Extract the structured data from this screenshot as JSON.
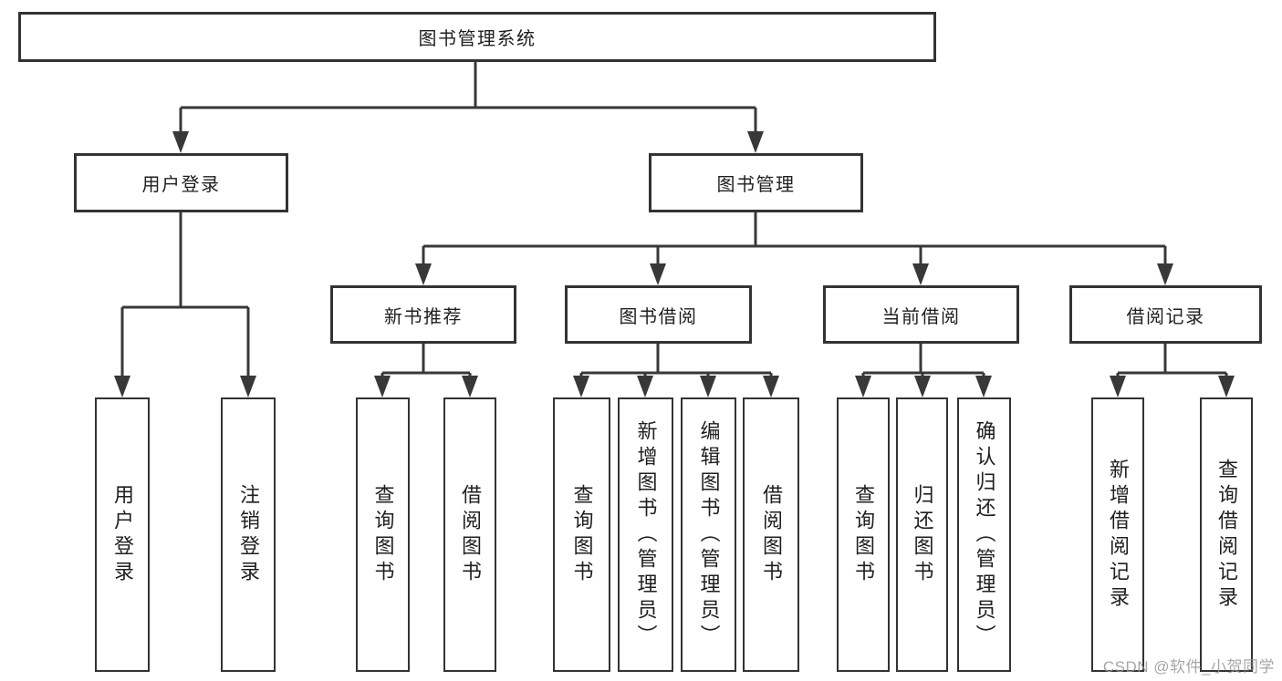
{
  "diagram": {
    "root": {
      "label": "图书管理系统"
    },
    "level2": {
      "user_login": {
        "label": "用户登录"
      },
      "book_mgmt": {
        "label": "图书管理"
      }
    },
    "level3": {
      "new_book_rec": {
        "label": "新书推荐"
      },
      "book_borrow": {
        "label": "图书借阅"
      },
      "current_borrow": {
        "label": "当前借阅"
      },
      "borrow_records": {
        "label": "借阅记录"
      }
    },
    "leaves": {
      "login": "用户登录",
      "logout": "注销登录",
      "rec_query": "查询图书",
      "rec_borrow": "借阅图书",
      "bb_query": "查询图书",
      "bb_add": "新增图书（管理员）",
      "bb_edit": "编辑图书（管理员）",
      "bb_borrow": "借阅图书",
      "cb_query": "查询图书",
      "cb_return": "归还图书",
      "cb_confirm": "确认归还（管理员）",
      "br_add": "新增借阅记录",
      "br_query": "查询借阅记录"
    }
  },
  "watermark": {
    "text": "CSDN @软件_小贺同学"
  },
  "colors": {
    "line": "#383838",
    "border": "#333333",
    "text": "#1f1f1f",
    "background": "#ffffff"
  }
}
